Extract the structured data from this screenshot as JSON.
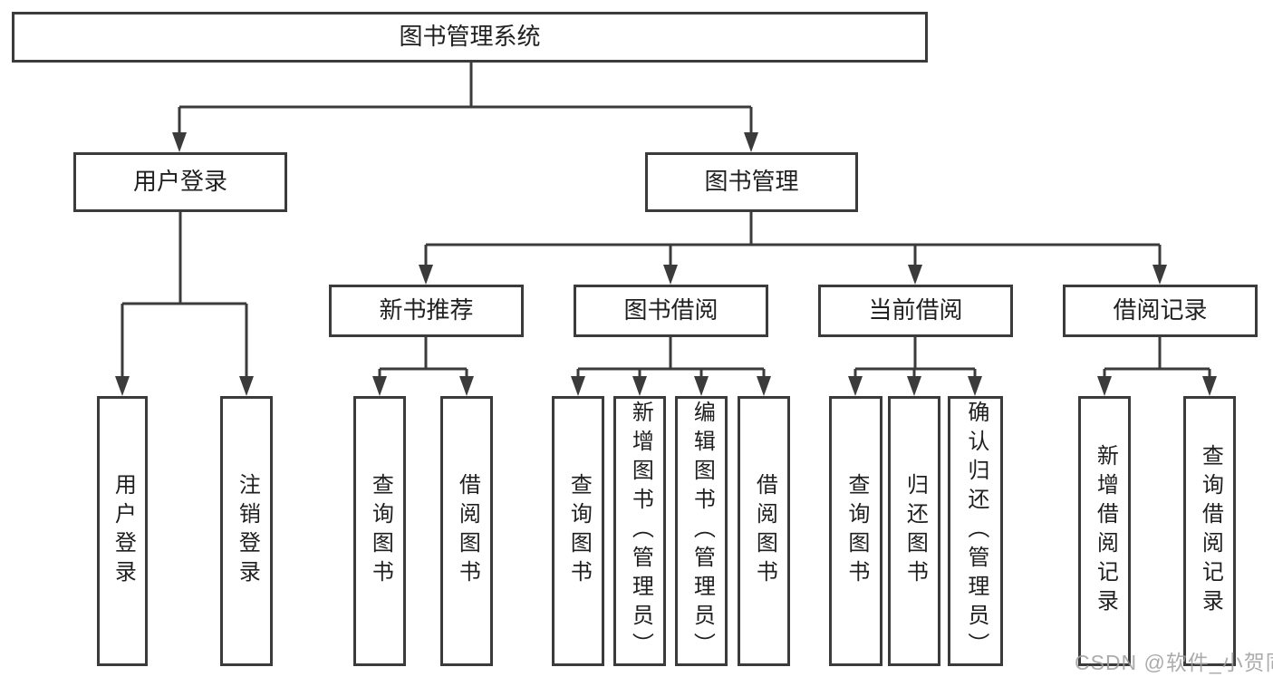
{
  "diagram": {
    "root": {
      "label": "图书管理系统",
      "children": [
        {
          "label": "用户登录",
          "children": [
            {
              "label": "用户登录"
            },
            {
              "label": "注销登录"
            }
          ]
        },
        {
          "label": "图书管理",
          "children": [
            {
              "label": "新书推荐",
              "children": [
                {
                  "label": "查询图书"
                },
                {
                  "label": "借阅图书"
                }
              ]
            },
            {
              "label": "图书借阅",
              "children": [
                {
                  "label": "查询图书"
                },
                {
                  "label": "新增图书（管理员）"
                },
                {
                  "label": "编辑图书（管理员）"
                },
                {
                  "label": "借阅图书"
                }
              ]
            },
            {
              "label": "当前借阅",
              "children": [
                {
                  "label": "查询图书"
                },
                {
                  "label": "归还图书"
                },
                {
                  "label": "确认归还（管理员）"
                }
              ]
            },
            {
              "label": "借阅记录",
              "children": [
                {
                  "label": "新增借阅记录"
                },
                {
                  "label": "查询借阅记录"
                }
              ]
            }
          ]
        }
      ]
    }
  },
  "watermark": {
    "text": "CSDN @软件_小贺同学",
    "color": "#9e9e9e"
  },
  "style": {
    "line_color": "#3b3b3b",
    "text_color": "#1f1f1f",
    "box_background": "#ffffff"
  }
}
